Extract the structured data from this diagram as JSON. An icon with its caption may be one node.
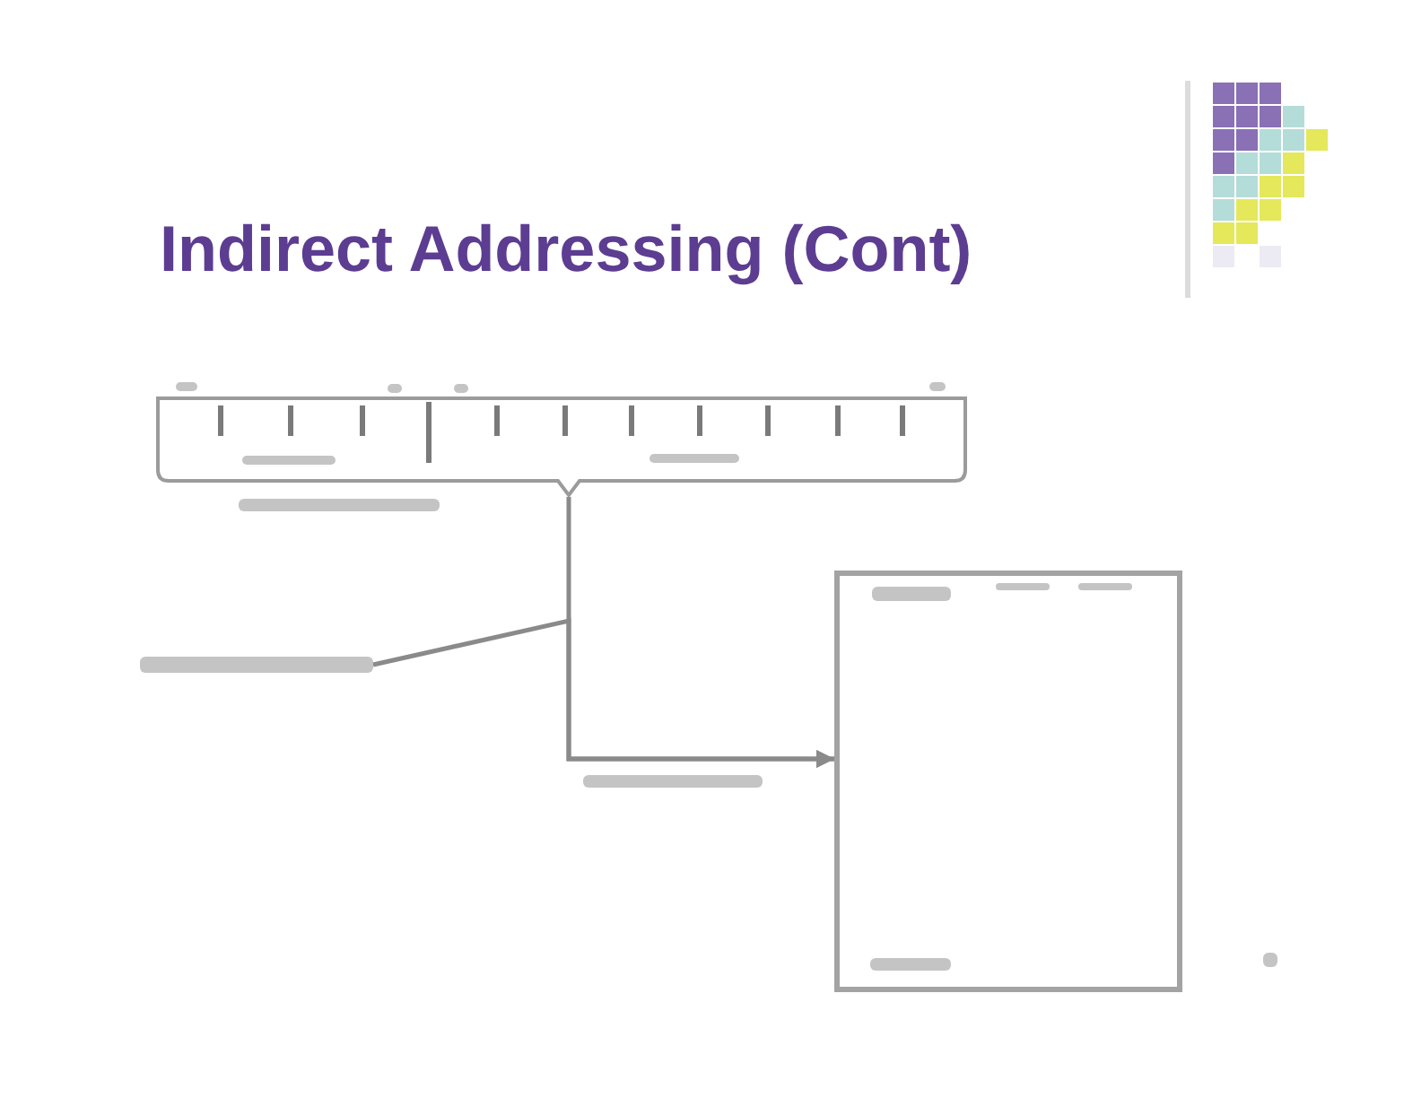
{
  "diagram": {
    "title": "Indirect Addressing (Cont)",
    "nodes": [
      {
        "text": [],
        "shape": "box"
      },
      {
        "text": [],
        "shape": "bar"
      },
      {
        "text": [],
        "shape": "box"
      }
    ],
    "edges": [
      {
        "from": 0,
        "to": 2,
        "arrow": "to"
      },
      {
        "from": 1,
        "to": 2,
        "arrow": "to"
      }
    ]
  }
}
